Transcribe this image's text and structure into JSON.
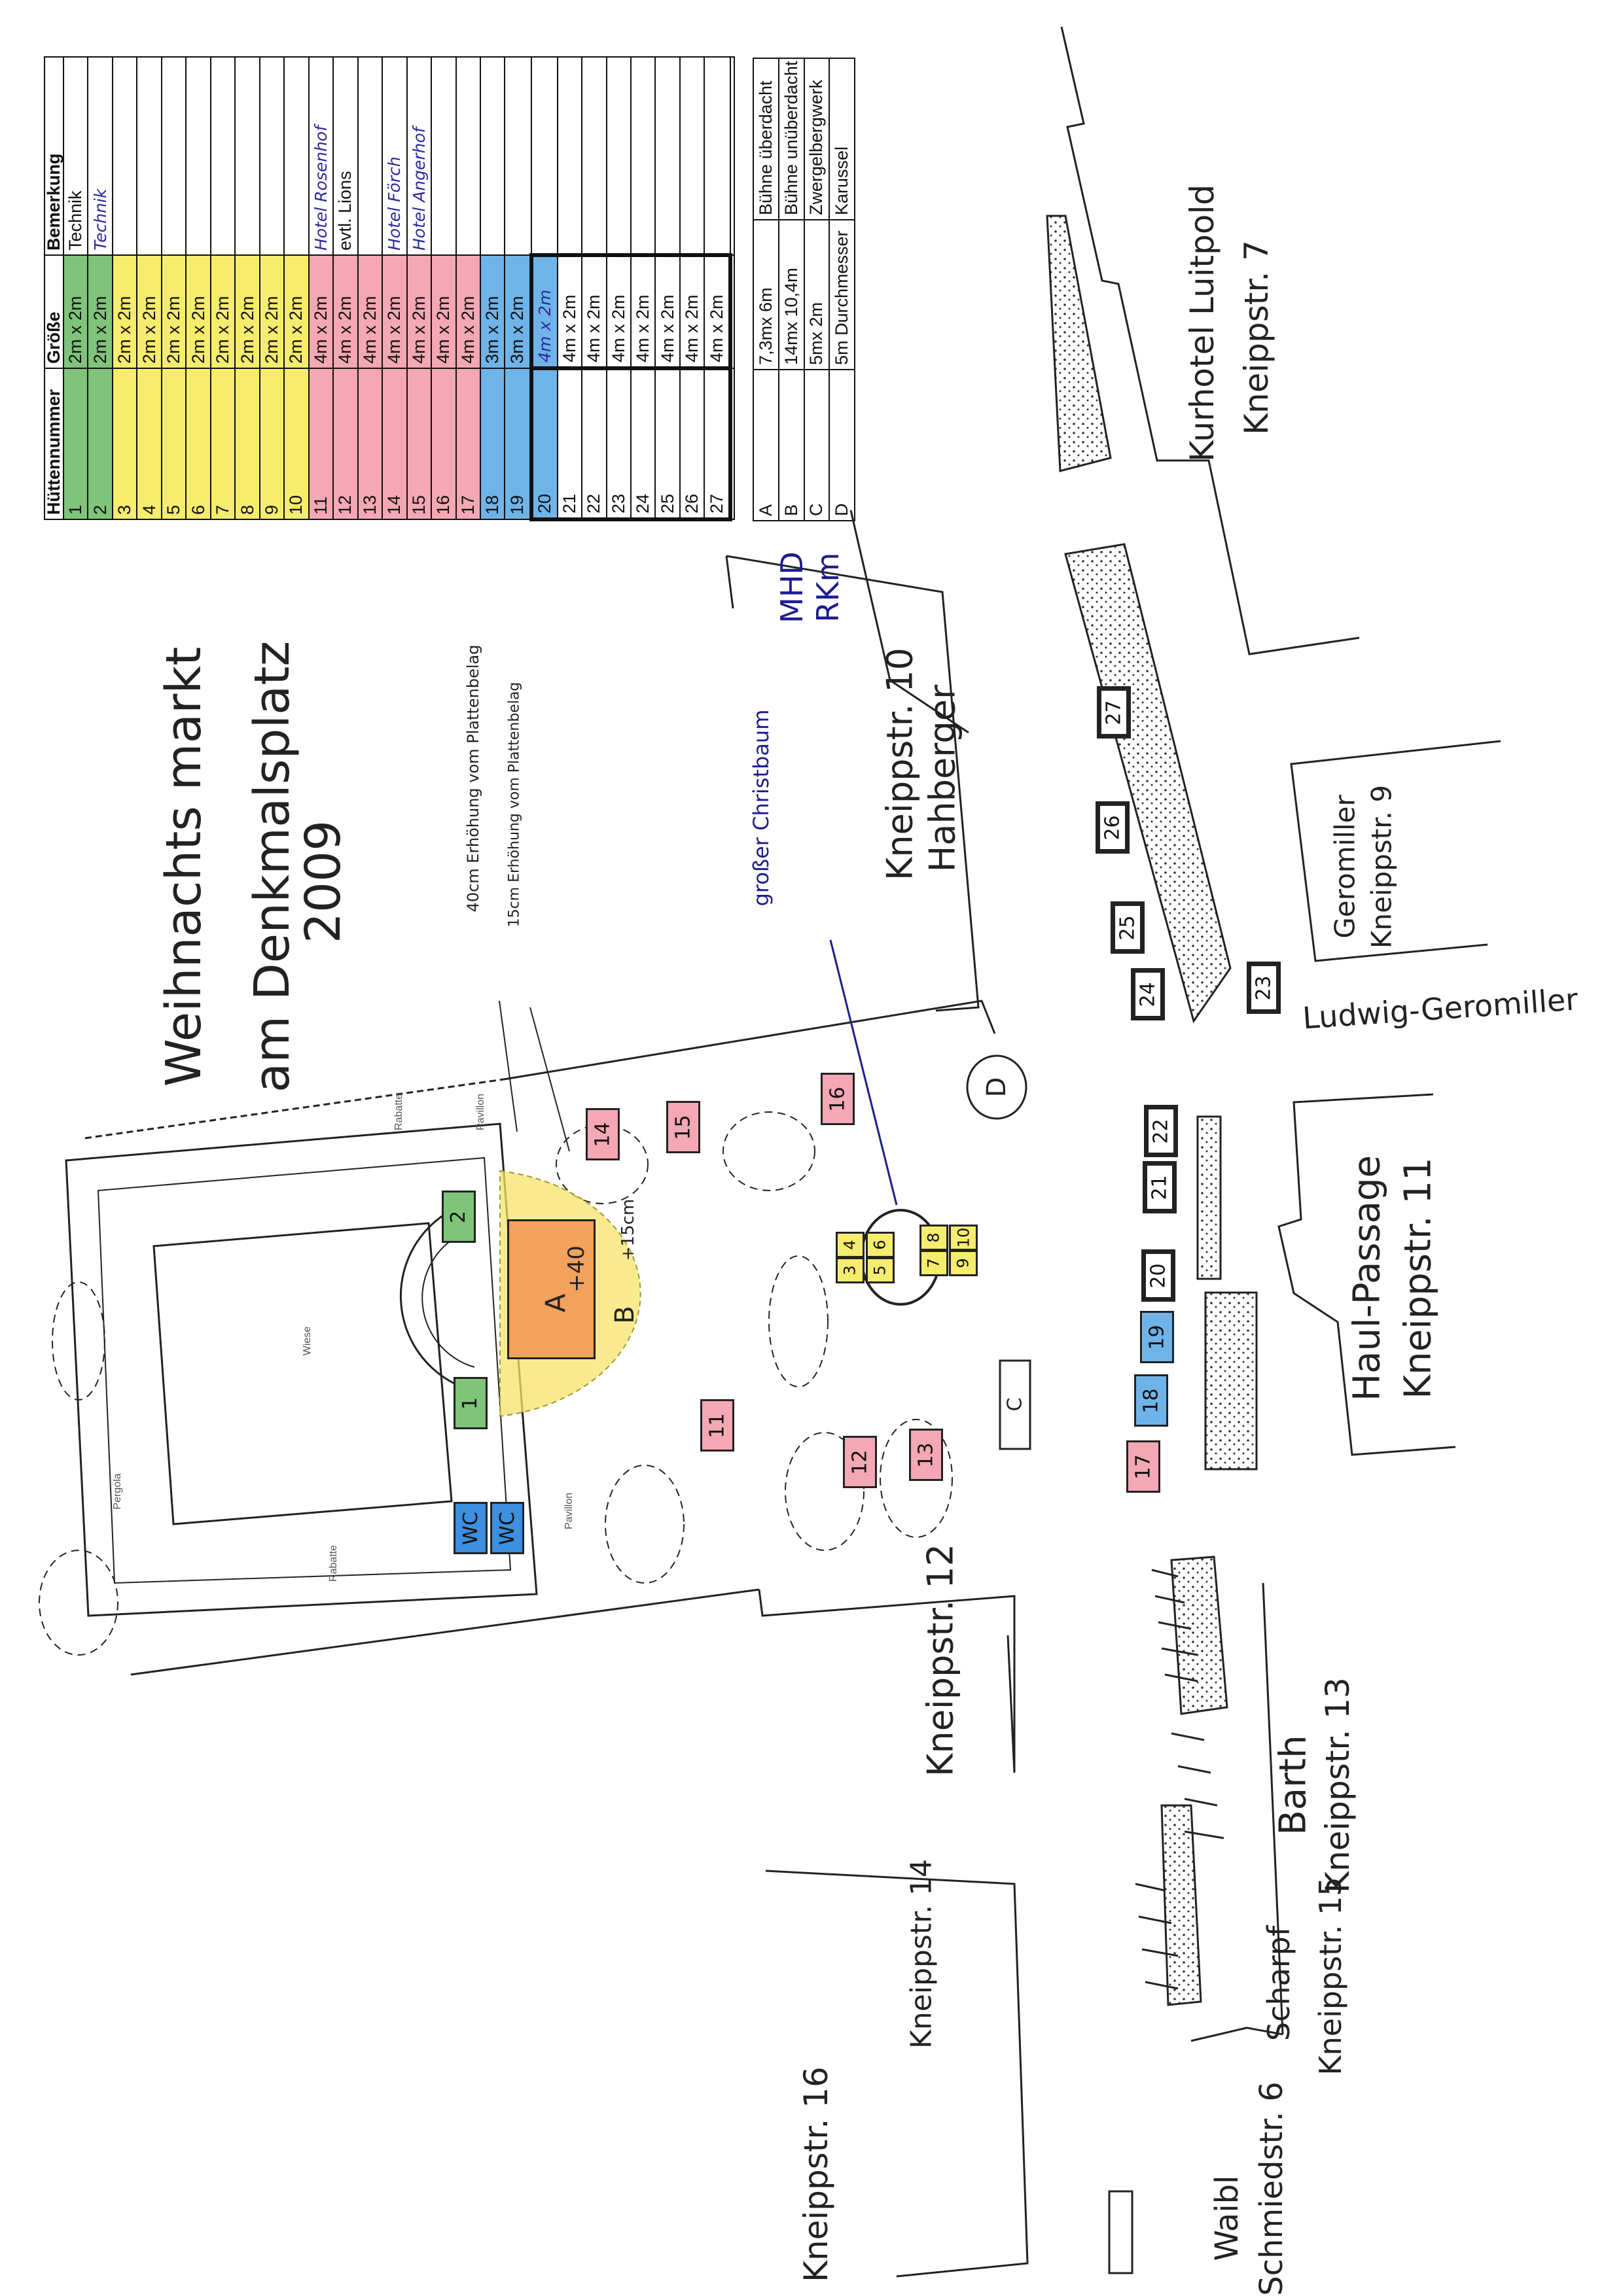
{
  "colors": {
    "green": "#7fc47a",
    "yellow": "#f6ec6d",
    "pink": "#f4a7b4",
    "blue": "#6fb4e8",
    "stage_orange": "#f2a25c",
    "stage_yellow": "#f7e36b",
    "ink_blue": "#1d1d8f"
  },
  "table": {
    "headers": {
      "num": "Hüttennummer",
      "size": "Größe",
      "note": "Bemerkung"
    },
    "rows": [
      {
        "num": "1",
        "size": "2m x 2m",
        "note": "Technik",
        "highlight": "green"
      },
      {
        "num": "2",
        "size": "2m x 2m",
        "note": "Technik",
        "highlight": "green",
        "note_hand": true
      },
      {
        "num": "3",
        "size": "2m x 2m",
        "note": "",
        "highlight": "yellow"
      },
      {
        "num": "4",
        "size": "2m x 2m",
        "note": "",
        "highlight": "yellow"
      },
      {
        "num": "5",
        "size": "2m x 2m",
        "note": "",
        "highlight": "yellow"
      },
      {
        "num": "6",
        "size": "2m x 2m",
        "note": "",
        "highlight": "yellow"
      },
      {
        "num": "7",
        "size": "2m x 2m",
        "note": "",
        "highlight": "yellow"
      },
      {
        "num": "8",
        "size": "2m x 2m",
        "note": "",
        "highlight": "yellow"
      },
      {
        "num": "9",
        "size": "2m x 2m",
        "note": "",
        "highlight": "yellow"
      },
      {
        "num": "10",
        "size": "2m x 2m",
        "note": "",
        "highlight": "yellow"
      },
      {
        "num": "11",
        "size": "4m x 2m",
        "note": "Hotel Rosenhof",
        "highlight": "pink",
        "note_hand": true
      },
      {
        "num": "12",
        "size": "4m x 2m",
        "note": "evtl. Lions",
        "highlight": "pink"
      },
      {
        "num": "13",
        "size": "4m x 2m",
        "note": "",
        "highlight": "pink"
      },
      {
        "num": "14",
        "size": "4m x 2m",
        "note": "Hotel Förch",
        "highlight": "pink",
        "note_hand": true
      },
      {
        "num": "15",
        "size": "4m x 2m",
        "note": "Hotel Angerhof",
        "highlight": "pink",
        "note_hand": true
      },
      {
        "num": "16",
        "size": "4m x 2m",
        "note": "",
        "highlight": "pink"
      },
      {
        "num": "17",
        "size": "4m x 2m",
        "note": "",
        "highlight": "pink"
      },
      {
        "num": "18",
        "size": "3m x 2m",
        "note": "",
        "highlight": "blue"
      },
      {
        "num": "19",
        "size": "3m x 2m",
        "note": "",
        "highlight": "blue"
      },
      {
        "num": "20",
        "size": "4m x 2m",
        "note": "",
        "highlight": "blue",
        "size_hand": true
      },
      {
        "num": "21",
        "size": "4m x 2m",
        "note": "",
        "highlight": ""
      },
      {
        "num": "22",
        "size": "4m x 2m",
        "note": "",
        "highlight": ""
      },
      {
        "num": "23",
        "size": "4m x 2m",
        "note": "",
        "highlight": ""
      },
      {
        "num": "24",
        "size": "4m x 2m",
        "note": "",
        "highlight": ""
      },
      {
        "num": "25",
        "size": "4m x 2m",
        "note": "",
        "highlight": ""
      },
      {
        "num": "26",
        "size": "4m x 2m",
        "note": "",
        "highlight": ""
      },
      {
        "num": "27",
        "size": "4m x 2m",
        "note": "",
        "highlight": ""
      }
    ]
  },
  "legend": [
    {
      "letter": "A",
      "size": "7,3mx 6m",
      "desc": "Bühne überdacht"
    },
    {
      "letter": "B",
      "size": "14mx 10,4m",
      "desc": "Bühne unüberdacht"
    },
    {
      "letter": "C",
      "size": "5mx 2m",
      "desc": "Zwergelbergwerk"
    },
    {
      "letter": "D",
      "size": "5m Durchmesser",
      "desc": "Karussel"
    }
  ],
  "map": {
    "title": [
      "Weihnachts markt",
      "am Denkmalsplatz",
      "2009"
    ],
    "notes": [
      "40cm Erhöhung vom Plattenbelag",
      "15cm Erhöhung vom Plattenbelag"
    ],
    "christbaum": "großer Christbaum",
    "mhd": [
      "MHD",
      "RKm"
    ],
    "stage": {
      "a": "A",
      "a_height": "+40",
      "b": "B",
      "b_height": "+15cm"
    },
    "c": "C",
    "d": "D",
    "wc": "WC",
    "small": {
      "lawn": "Wiese",
      "pergola": "Pergola",
      "pavillon": "Pavillon",
      "rabatte": "Rabatte"
    },
    "stalls": [
      "1",
      "2",
      "3",
      "4",
      "5",
      "6",
      "7",
      "8",
      "9",
      "10",
      "11",
      "12",
      "13",
      "14",
      "15",
      "16",
      "17",
      "18",
      "19",
      "20",
      "21",
      "22",
      "23",
      "24",
      "25",
      "26",
      "27"
    ],
    "buildings": {
      "k10": [
        "Kneippstr. 10",
        "Hahberger"
      ],
      "k7": [
        "Kurhotel Luitpold",
        "Kneippstr. 7"
      ],
      "k9": [
        "Geromiller",
        "Kneippstr. 9"
      ],
      "ludwig": "Ludwig-Geromiller",
      "k11": [
        "Haul-Passage",
        "Kneippstr. 11"
      ],
      "k12": "Kneippstr. 12",
      "k13": [
        "Barth",
        "Kneippstr. 13"
      ],
      "k15": [
        "Scharpf",
        "Kneippstr. 15"
      ],
      "k14": "Kneippstr. 14",
      "k16": "Kneippstr. 16",
      "s6": [
        "Waibl",
        "Schmiedstr. 6"
      ]
    }
  }
}
